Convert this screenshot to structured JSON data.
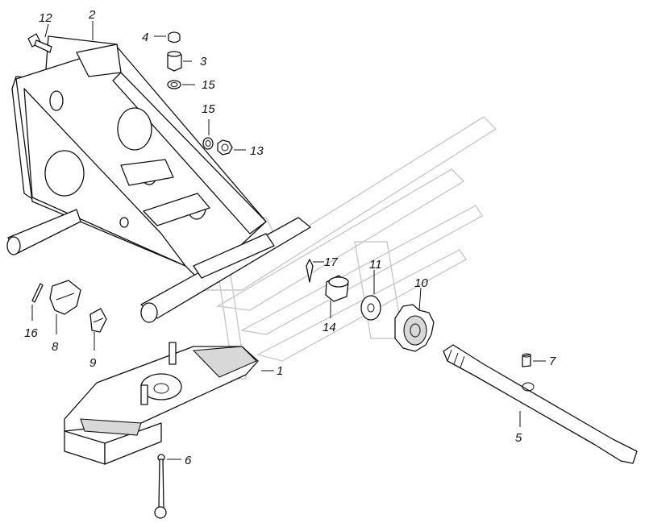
{
  "diagram": {
    "callouts": [
      {
        "id": "c12",
        "label": "12"
      },
      {
        "id": "c2",
        "label": "2"
      },
      {
        "id": "c4",
        "label": "4"
      },
      {
        "id": "c3",
        "label": "3"
      },
      {
        "id": "c15a",
        "label": "15"
      },
      {
        "id": "c15b",
        "label": "15"
      },
      {
        "id": "c13",
        "label": "13"
      },
      {
        "id": "c17",
        "label": "17"
      },
      {
        "id": "c11",
        "label": "11"
      },
      {
        "id": "c10",
        "label": "10"
      },
      {
        "id": "c14",
        "label": "14"
      },
      {
        "id": "c16",
        "label": "16"
      },
      {
        "id": "c8",
        "label": "8"
      },
      {
        "id": "c9",
        "label": "9"
      },
      {
        "id": "c1",
        "label": "1"
      },
      {
        "id": "c7",
        "label": "7"
      },
      {
        "id": "c5",
        "label": "5"
      },
      {
        "id": "c6",
        "label": "6"
      }
    ],
    "colors": {
      "line": "#111111",
      "watermark": "#c9c9c9",
      "background": "#ffffff"
    }
  }
}
